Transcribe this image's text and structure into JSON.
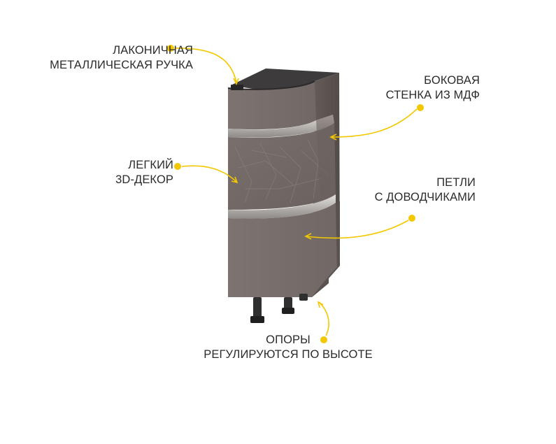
{
  "colors": {
    "accent": "#f3c800",
    "cabinet_front": "#7a706c",
    "cabinet_side": "#5f5653",
    "cabinet_top": "#3a3838",
    "handle_strip": "#c9c6c3",
    "text": "#2b2b2b",
    "background": "#ffffff"
  },
  "callouts": {
    "handle": {
      "line1": "ЛАКОНИЧНАЯ",
      "line2": "МЕТАЛЛИЧЕСКАЯ РУЧКА"
    },
    "side_panel": {
      "line1": "БОКОВАЯ",
      "line2": "СТЕНКА ИЗ МДФ"
    },
    "decor": {
      "line1": "ЛЕГКИЙ",
      "line2": "3D-ДЕКОР"
    },
    "hinges": {
      "line1": "ПЕТЛИ",
      "line2": "С ДОВОДЧИКАМИ"
    },
    "legs": {
      "line1": "ОПОРЫ",
      "line2": "РЕГУЛИРУЮТСЯ ПО ВЫСОТЕ"
    }
  },
  "icons": [
    "callout-dot-icon",
    "leader-arrow-icon"
  ]
}
